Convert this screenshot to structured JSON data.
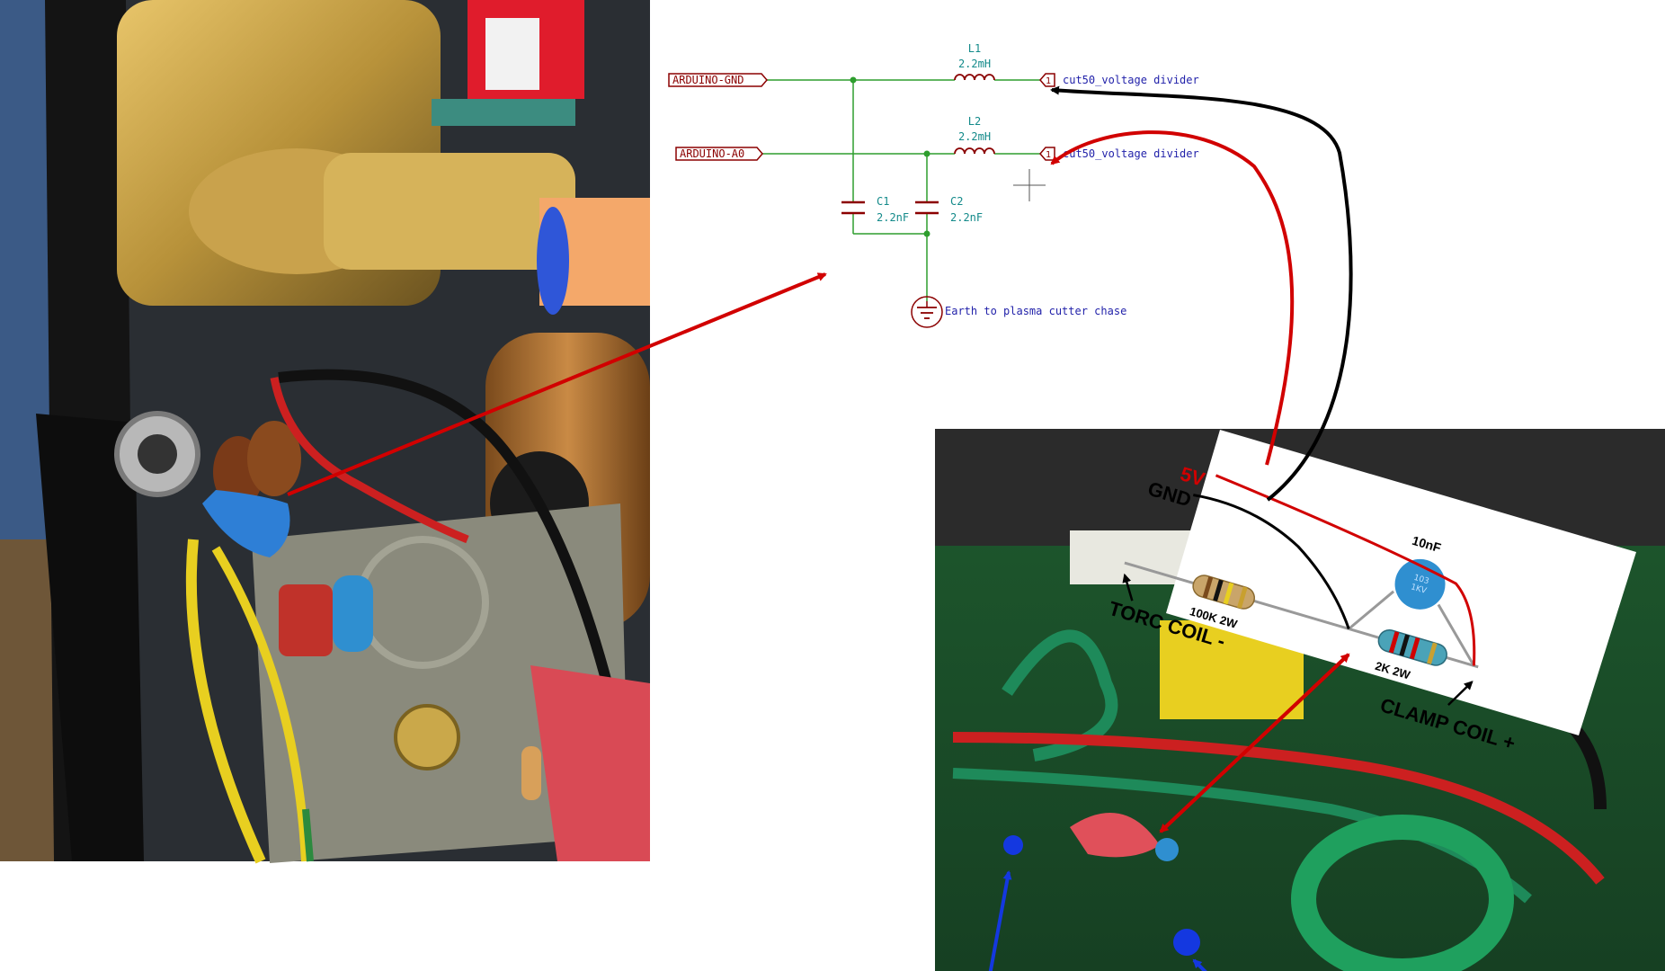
{
  "schematic": {
    "net_labels": {
      "gnd": "ARDUINO-GND",
      "a0": "ARDUINO-A0"
    },
    "inductors": [
      {
        "ref": "L1",
        "value": "2.2mH"
      },
      {
        "ref": "L2",
        "value": "2.2mH"
      }
    ],
    "capacitors": [
      {
        "ref": "C1",
        "value": "2.2nF"
      },
      {
        "ref": "C2",
        "value": "2.2nF"
      }
    ],
    "connectors": [
      {
        "pin": "1",
        "label": "cut50_voltage divider"
      },
      {
        "pin": "1",
        "label": "cut50_voltage divider"
      }
    ],
    "earth_label": "Earth to plasma cutter chase"
  },
  "divider_card": {
    "v5": "5V",
    "gnd": "GND",
    "capacitor": "10nF",
    "cap_marking_top": "103",
    "cap_marking_bottom": "1KV",
    "r1": "100K 2W",
    "r2": "2K 2W",
    "torch": "TORC COIL -",
    "clamp": "CLAMP COIL +"
  },
  "colors": {
    "schematic_wire": "#2e9e2e",
    "schematic_part": "#8b0000",
    "schematic_text": "#2222aa",
    "value_text": "#138a8a",
    "arrow_red": "#d10000",
    "arrow_black": "#000000",
    "dot_blue": "#1438e0"
  }
}
